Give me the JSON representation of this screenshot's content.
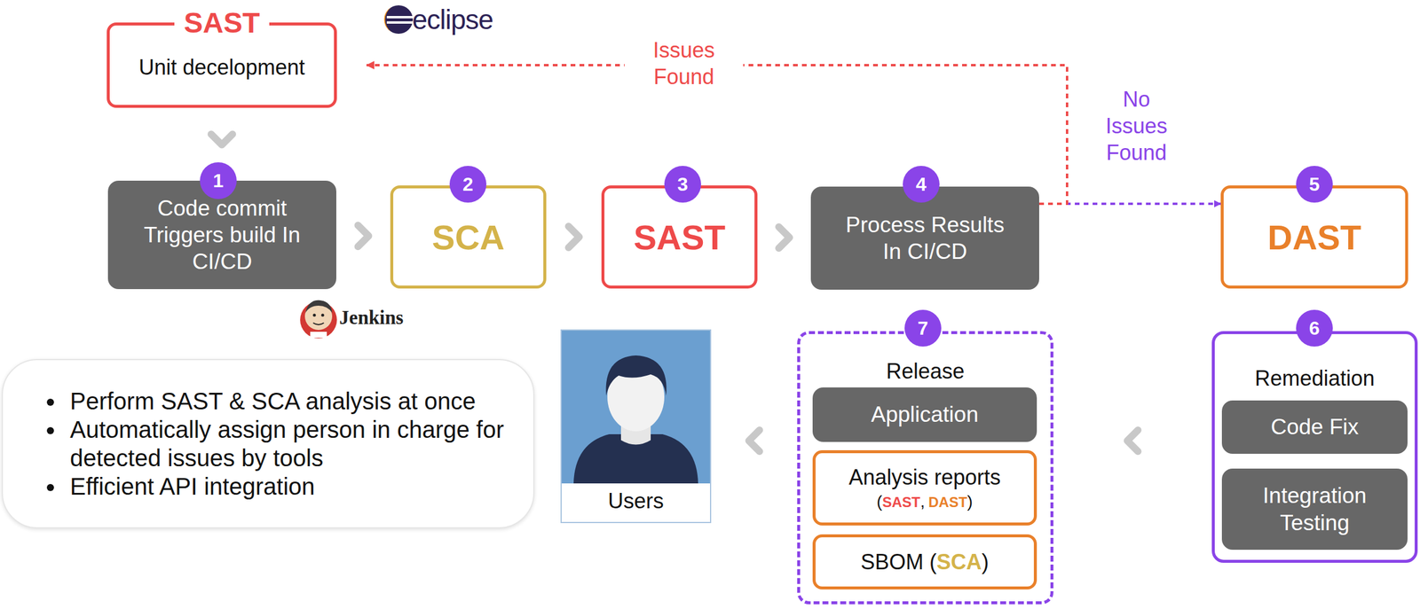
{
  "diagram": {
    "nodes": [
      {
        "text": [
          "SAST",
          "Unit decelopment"
        ]
      },
      {
        "text": [
          "Code commit Triggers build In CI/CD"
        ]
      },
      {
        "text": [
          "SCA"
        ]
      },
      {
        "text": [
          "SAST"
        ]
      },
      {
        "text": [
          "Process Results In CI/CD"
        ]
      },
      {
        "text": [
          "DAST"
        ]
      },
      {
        "text": [
          "Remediation"
        ]
      },
      {
        "text": [
          "Code Fix"
        ],
        "in": 6
      },
      {
        "text": [
          "Integration Testing"
        ],
        "in": 6
      },
      {
        "text": [
          "Release"
        ]
      },
      {
        "text": [
          "Application"
        ],
        "in": 9
      },
      {
        "text": [
          "Analysis reports",
          "(",
          "SAST",
          ",",
          "DAST",
          ")"
        ],
        "in": 9
      },
      {
        "text": [
          "SBOM (",
          "SCA",
          ")"
        ],
        "in": 9
      },
      {
        "text": [
          "Users"
        ]
      },
      {
        "text": [
          "Perform SAST & SCA analysis at once",
          "Automatically assign person in charge for detected issues by tools",
          "Efficient API integration"
        ]
      }
    ],
    "edges": [
      {
        "from": 0,
        "to": 1,
        "arrow": "to"
      },
      {
        "from": 1,
        "to": 2,
        "arrow": "to"
      },
      {
        "from": 2,
        "to": 3,
        "arrow": "to"
      },
      {
        "from": 3,
        "to": 4,
        "arrow": "to"
      },
      {
        "from": 4,
        "to": 5,
        "arrow": "to",
        "label": "No Issues Found"
      },
      {
        "from": 4,
        "to": 0,
        "arrow": "to",
        "label": "Issues Found"
      },
      {
        "from": 6,
        "to": 9,
        "arrow": "to"
      },
      {
        "from": 9,
        "to": 13,
        "arrow": "to"
      }
    ],
    "labels": [
      "eclipse",
      "Jenkins",
      "1",
      "2",
      "3",
      "4",
      "5",
      "6",
      "7"
    ]
  }
}
